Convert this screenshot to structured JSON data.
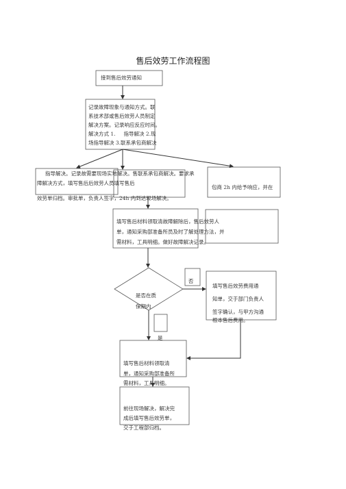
{
  "title": "售后效劳工作流程图",
  "nodes": {
    "start": "接到售后效劳通知",
    "record": [
      "记录故障现象与通知方式。联",
      "系技术部或售后效劳人员制定",
      "解决方案。记录响应反应时间。",
      "解决方式 1.     指导解决 2.现",
      "场指导解决 3.联系承包商解决"
    ],
    "guide": [
      "指导解决。记录故需要现场实地解决。售联系承包商解决。要求承",
      "障解决方式，填写售后后效劳人员填写售后"
    ],
    "sign": "效劳单归档。审批单，负责人签字，24h 内到达现场解决。",
    "contractor": "包商 2h 内给予响应，并在",
    "material": [
      "填写售后材料领取清故障解除后，售后效劳人",
      "单，通知采购部准备所员及时了解处理方法，并",
      "需材料，工具明细。做好故障解决记录。"
    ],
    "decision": [
      "是否在质",
      "保期内"
    ],
    "no_label": "否",
    "yes_label": "是",
    "fee": [
      "填写售后效劳费用通",
      "知单，交于部门负责人",
      "签字确认，与甲方沟通",
      "根本售后费用。"
    ],
    "material2": [
      "填写售后材料领取清",
      "单，通知采购部准备所",
      "需材料，工具明细。"
    ],
    "final": [
      "前往现场解决，解决完",
      "成后填写售后效劳单，",
      "交于工程部归档。"
    ]
  }
}
